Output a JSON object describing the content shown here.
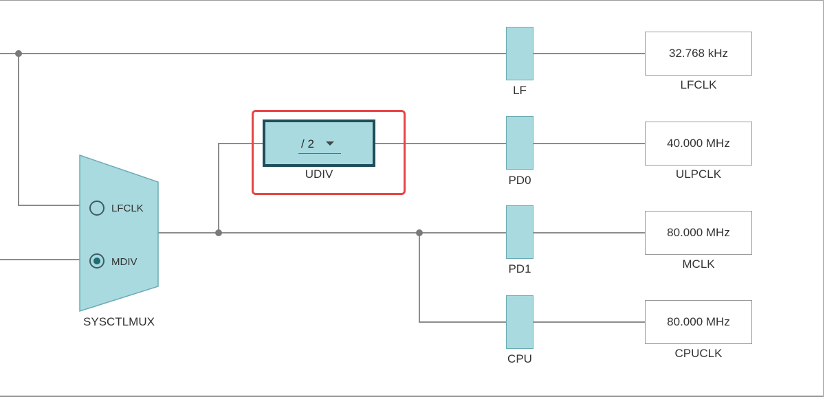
{
  "mux": {
    "title": "SYSCTLMUX",
    "inputs": [
      {
        "label": "LFCLK",
        "selected": false
      },
      {
        "label": "MDIV",
        "selected": true
      }
    ]
  },
  "udiv": {
    "label": "UDIV",
    "value": "/ 2"
  },
  "gates": [
    {
      "label": "LF"
    },
    {
      "label": "PD0"
    },
    {
      "label": "PD1"
    },
    {
      "label": "CPU"
    }
  ],
  "outputs": [
    {
      "value": "32.768 kHz",
      "label": "LFCLK"
    },
    {
      "value": "40.000 MHz",
      "label": "ULPCLK"
    },
    {
      "value": "80.000 MHz",
      "label": "MCLK"
    },
    {
      "value": "80.000 MHz",
      "label": "CPUCLK"
    }
  ],
  "colors": {
    "block_fill": "#a8dadf",
    "block_border": "#1f4e5a",
    "highlight": "#e84545",
    "wire": "#8c8c8c"
  }
}
